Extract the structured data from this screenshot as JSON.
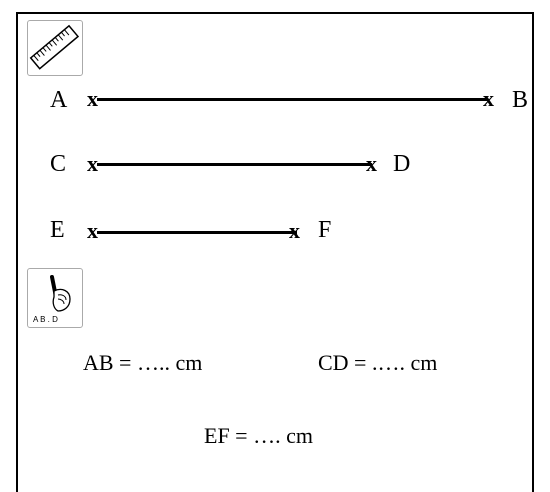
{
  "points": {
    "A": "A",
    "B": "B",
    "C": "C",
    "D": "D",
    "E": "E",
    "F": "F"
  },
  "mark": "x",
  "pencil_icon_caption": "A B . D",
  "answers": {
    "ab": "AB = ….. cm",
    "cd": "CD = .…. cm",
    "ef": "EF = …. cm"
  },
  "icons": {
    "ruler": "ruler-icon",
    "pencil": "pencil-hand-icon"
  }
}
